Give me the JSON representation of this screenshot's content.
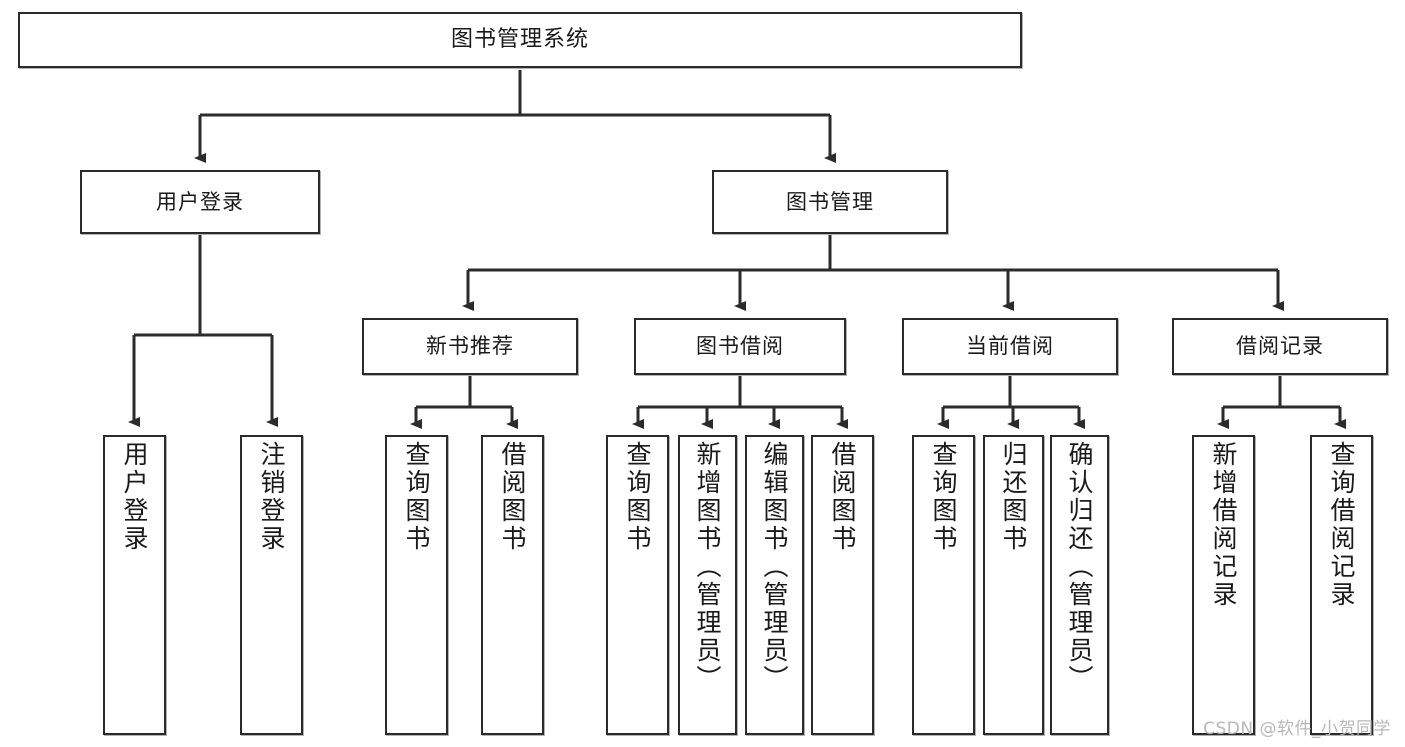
{
  "diagram": {
    "title": "图书管理系统",
    "watermark": "CSDN @软件_小贺同学",
    "colors": {
      "stroke": "#2b2b2b",
      "fill": "#ffffff",
      "text": "#1a1a1a",
      "watermark": "#b8b8b8"
    },
    "levels": {
      "root": {
        "label": "图书管理系统"
      },
      "level2": [
        {
          "id": "user-login",
          "label": "用户登录"
        },
        {
          "id": "book-management",
          "label": "图书管理"
        }
      ],
      "level3": [
        {
          "id": "new-book-recommend",
          "label": "新书推荐"
        },
        {
          "id": "book-borrow",
          "label": "图书借阅"
        },
        {
          "id": "current-borrow",
          "label": "当前借阅"
        },
        {
          "id": "borrow-record",
          "label": "借阅记录"
        }
      ],
      "leaves": {
        "user_login": [
          {
            "id": "leaf-user-login",
            "label": "用户登录"
          },
          {
            "id": "leaf-logout-login",
            "label": "注销登录"
          }
        ],
        "new_book_recommend": [
          {
            "id": "leaf-query-book-1",
            "label": "查询图书"
          },
          {
            "id": "leaf-borrow-book-1",
            "label": "借阅图书"
          }
        ],
        "book_borrow": [
          {
            "id": "leaf-query-book-2",
            "label": "查询图书"
          },
          {
            "id": "leaf-add-book",
            "label": "新增图书（管理员）"
          },
          {
            "id": "leaf-edit-book",
            "label": "编辑图书（管理员）"
          },
          {
            "id": "leaf-borrow-book-2",
            "label": "借阅图书"
          }
        ],
        "current_borrow": [
          {
            "id": "leaf-query-book-3",
            "label": "查询图书"
          },
          {
            "id": "leaf-return-book",
            "label": "归还图书"
          },
          {
            "id": "leaf-confirm-return",
            "label": "确认归还（管理员）"
          }
        ],
        "borrow_record": [
          {
            "id": "leaf-add-borrow-record",
            "label": "新增借阅记录"
          },
          {
            "id": "leaf-query-borrow-record",
            "label": "查询借阅记录"
          }
        ]
      }
    }
  }
}
